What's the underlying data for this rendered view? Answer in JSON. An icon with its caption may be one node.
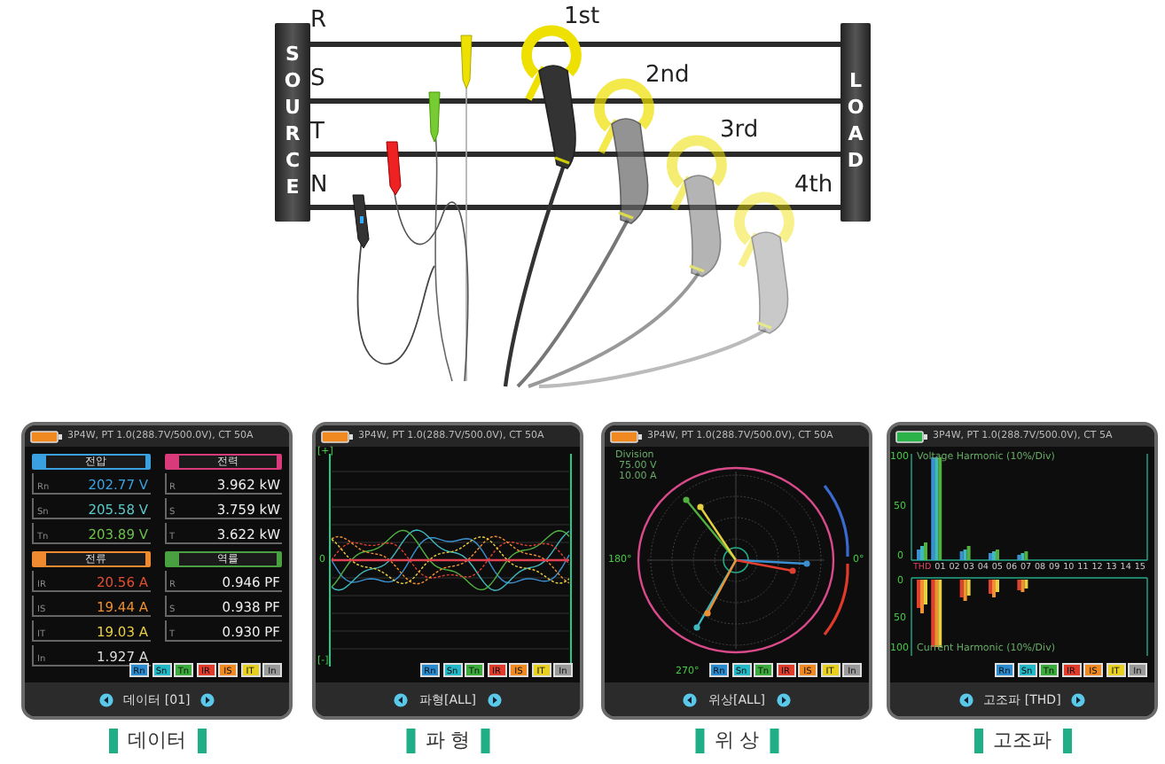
{
  "diagram": {
    "nodes": [
      {
        "text": [
          "SOURCE"
        ]
      },
      {
        "text": [
          "LOAD"
        ]
      },
      {
        "text": [
          "3P4W, PT 1.0(288.7V/500.0V), CT 50A",
          "전압",
          "Rn",
          "202.77 V",
          "Sn",
          "205.58 V",
          "Tn",
          "203.89 V",
          "전력",
          "R",
          "3.962 kW",
          "S",
          "3.759 kW",
          "T",
          "3.622 kW",
          "전류",
          "IR",
          "20.56 A",
          "IS",
          "19.44 A",
          "IT",
          "19.03 A",
          "In",
          "1.927 A",
          "역률",
          "R",
          "0.946 PF",
          "S",
          "0.938 PF",
          "T",
          "0.930 PF",
          "Rn",
          "Sn",
          "Tn",
          "IR",
          "IS",
          "IT",
          "In",
          "데이터 [01]"
        ],
        "beside": [
          "데이터"
        ]
      },
      {
        "text": [
          "3P4W, PT 1.0(288.7V/500.0V), CT 50A",
          "[+]",
          "0",
          "[-]",
          "Rn",
          "Sn",
          "Tn",
          "IR",
          "IS",
          "IT",
          "In",
          "파형[ALL]"
        ],
        "beside": [
          "파 형"
        ]
      },
      {
        "text": [
          "3P4W, PT 1.0(288.7V/500.0V), CT 50A",
          "Division",
          "75.00 V",
          "10.00 A",
          "180°",
          "0°",
          "270°",
          "Rn",
          "Sn",
          "Tn",
          "IR",
          "IS",
          "IT",
          "In",
          "위상[ALL]"
        ],
        "beside": [
          "위 상"
        ]
      },
      {
        "text": [
          "3P4W, PT 1.0(288.7V/500.0V), CT 5A",
          "100",
          "Voltage Harmonic (10%/Div)",
          "50",
          "0",
          "THD",
          "01",
          "02",
          "03",
          "04",
          "05",
          "06",
          "07",
          "08",
          "09",
          "10",
          "11",
          "12",
          "13",
          "14",
          "15",
          "0",
          "50",
          "100",
          "Current Harmonic (10%/Div)",
          "Rn",
          "Sn",
          "Tn",
          "IR",
          "IS",
          "IT",
          "In",
          "고조파 [THD]"
        ],
        "beside": [
          "고조파"
        ]
      }
    ],
    "edges": [
      {
        "from": 0,
        "to": 1,
        "arrow": "none"
      },
      {
        "from": 0,
        "to": 1,
        "arrow": "none"
      },
      {
        "from": 0,
        "to": 1,
        "arrow": "none"
      },
      {
        "from": 0,
        "to": 1,
        "arrow": "none"
      }
    ],
    "labels": [
      "R",
      "1st",
      "S",
      "2nd",
      "T",
      "3rd",
      "N",
      "4th"
    ]
  }
}
